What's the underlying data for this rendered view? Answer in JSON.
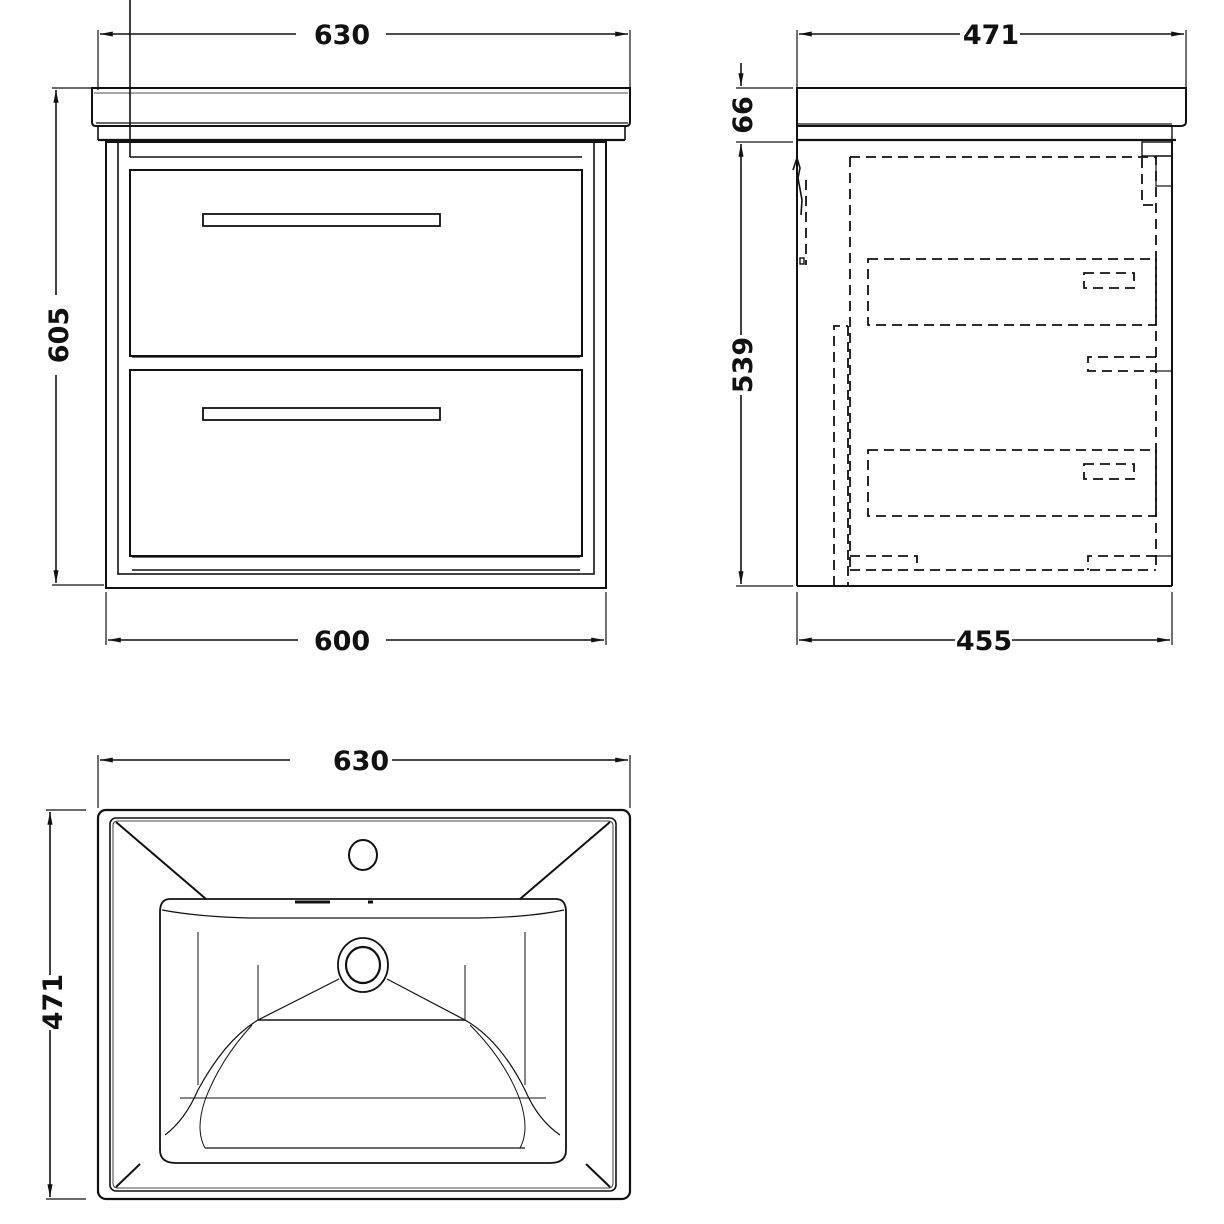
{
  "drawing": {
    "type": "technical-dimension-drawing",
    "subject": "Wall-hung 2-drawer vanity unit with basin",
    "line_color": "#111111",
    "background": "#ffffff"
  },
  "views": {
    "front": {
      "label": "front-elevation",
      "dims": {
        "top_width": "630",
        "height": "605",
        "bottom_width": "600"
      },
      "drawers": 2
    },
    "side": {
      "label": "side-elevation",
      "dims": {
        "top_width": "471",
        "basin_height": "66",
        "cabinet_height": "539",
        "bottom_width": "455"
      }
    },
    "plan": {
      "label": "basin-plan",
      "dims": {
        "width": "630",
        "depth": "471"
      },
      "features": [
        "tap-hole",
        "waste-outlet",
        "overflow-slot"
      ]
    }
  }
}
